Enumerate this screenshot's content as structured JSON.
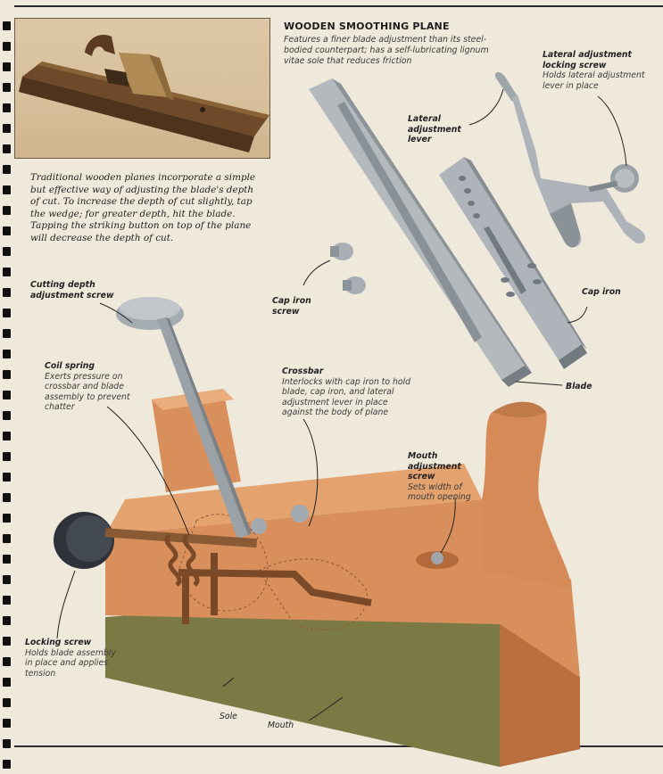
{
  "header": {
    "title": "WOODEN SMOOTHING PLANE",
    "description": "Features a finer blade adjustment than its steel-bodied counterpart; has a self-lubricating lignum vitae sole that reduces friction"
  },
  "intro_text": "Traditional wooden planes incorporate a simple but effective way of adjusting the blade's depth of cut. To increase the depth of cut slightly, tap the wedge; for greater depth, hit the blade. Tapping the striking button on top of the plane will decrease the depth of cut.",
  "callouts": {
    "lateral_locking_screw": {
      "title": "Lateral adjustment locking screw",
      "desc": "Holds lateral adjustment lever in place"
    },
    "lateral_lever": {
      "title": "Lateral adjustment lever"
    },
    "cap_iron_screw": {
      "title": "Cap iron screw"
    },
    "cap_iron": {
      "title": "Cap iron"
    },
    "blade": {
      "title": "Blade"
    },
    "cutting_depth_screw": {
      "title": "Cutting depth adjustment screw"
    },
    "coil_spring": {
      "title": "Coil spring",
      "desc": "Exerts pressure on crossbar and blade assembly to prevent chatter"
    },
    "crossbar": {
      "title": "Crossbar",
      "desc": "Interlocks with cap iron to hold blade, cap iron, and lateral adjustment lever in place against the body of plane"
    },
    "mouth_adjustment_screw": {
      "title": "Mouth adjustment screw",
      "desc": "Sets width of mouth opening"
    },
    "locking_screw": {
      "title": "Locking screw",
      "desc": "Holds blade assembly in place and applies tension"
    },
    "sole": {
      "title": "Sole"
    },
    "mouth": {
      "title": "Mouth"
    }
  },
  "colors": {
    "page": "#efe9dc",
    "wood_body": "#d98f5c",
    "wood_dark": "#b96e3d",
    "sole_strip": "#8c8a4a",
    "metal": "#a7aeb3",
    "metal_dark": "#7e868c",
    "bronze": "#8a5a35"
  }
}
